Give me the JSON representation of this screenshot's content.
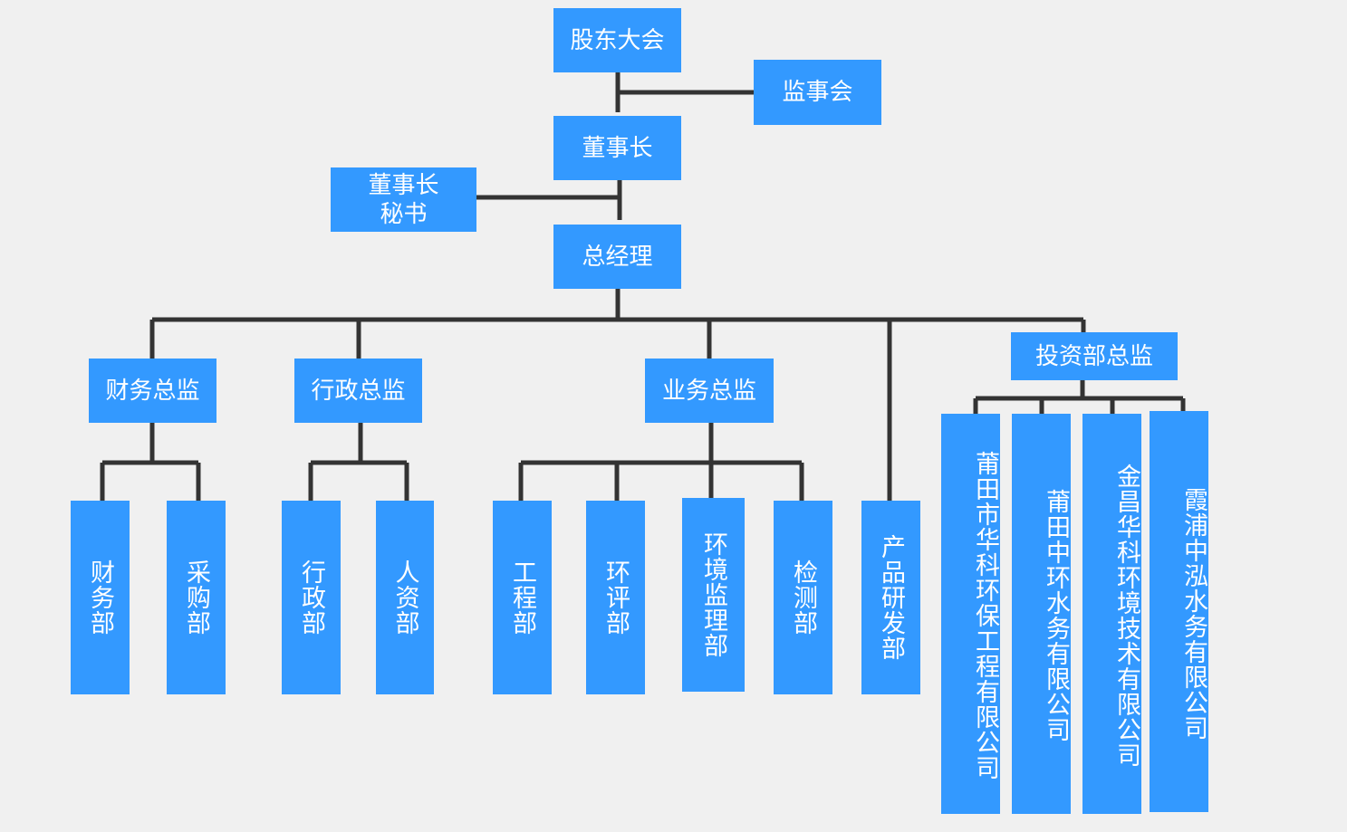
{
  "colors": {
    "box": "#3399ff",
    "text": "#ffffff",
    "line": "#333333",
    "background": "#f0f0f0"
  },
  "nodes": {
    "shareholders": "股东大会",
    "supervisors": "监事会",
    "chairman": "董事长",
    "secretary_line1": "董事长",
    "secretary_line2": "秘书",
    "gm": "总经理",
    "finance_director": "财务总监",
    "admin_director": "行政总监",
    "business_director": "业务总监",
    "investment_director": "投资部总监",
    "finance_dept": "财务部",
    "purchasing_dept": "采购部",
    "admin_dept": "行政部",
    "hr_dept": "人资部",
    "engineering_dept": "工程部",
    "eia_dept": "环评部",
    "env_supervision_dept": "环境监理部",
    "testing_dept": "检测部",
    "rd_dept": "产品研发部",
    "sub_putian_huake": "莆田市华科环保工程有限公司",
    "sub_putian_zhonghuan": "莆田中环水务有限公司",
    "sub_jinchang_huake": "金昌华科环境技术有限公司",
    "sub_xiapu_zhonghong": "霞浦中泓水务有限公司"
  }
}
